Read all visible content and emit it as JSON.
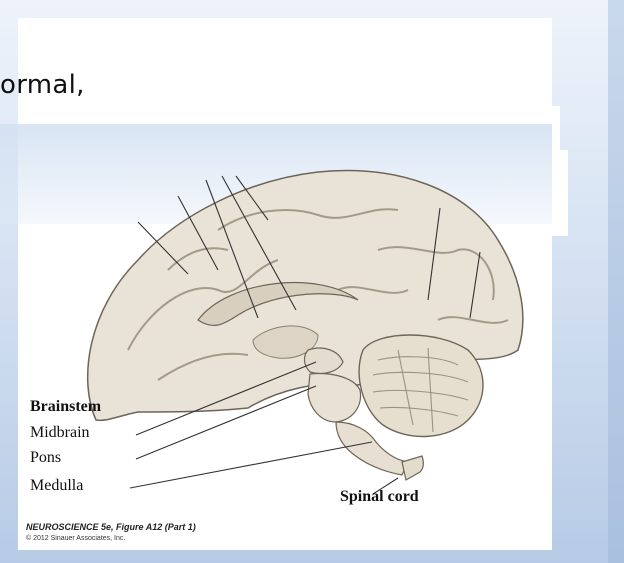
{
  "slide": {
    "partial_text": "ormal,"
  },
  "figure": {
    "labels": {
      "brainstem": "Brainstem",
      "midbrain": "Midbrain",
      "pons": "Pons",
      "medulla": "Medulla",
      "spinal_cord": "Spinal cord"
    },
    "credit": {
      "title": "NEUROSCIENCE 5e, Figure A12 (Part 1)",
      "copyright": "© 2012 Sinauer Associates, Inc."
    }
  },
  "colors": {
    "brain_fill": "#e9e2d6",
    "brain_shadow": "#c9bfae",
    "outline": "#6d6558"
  }
}
